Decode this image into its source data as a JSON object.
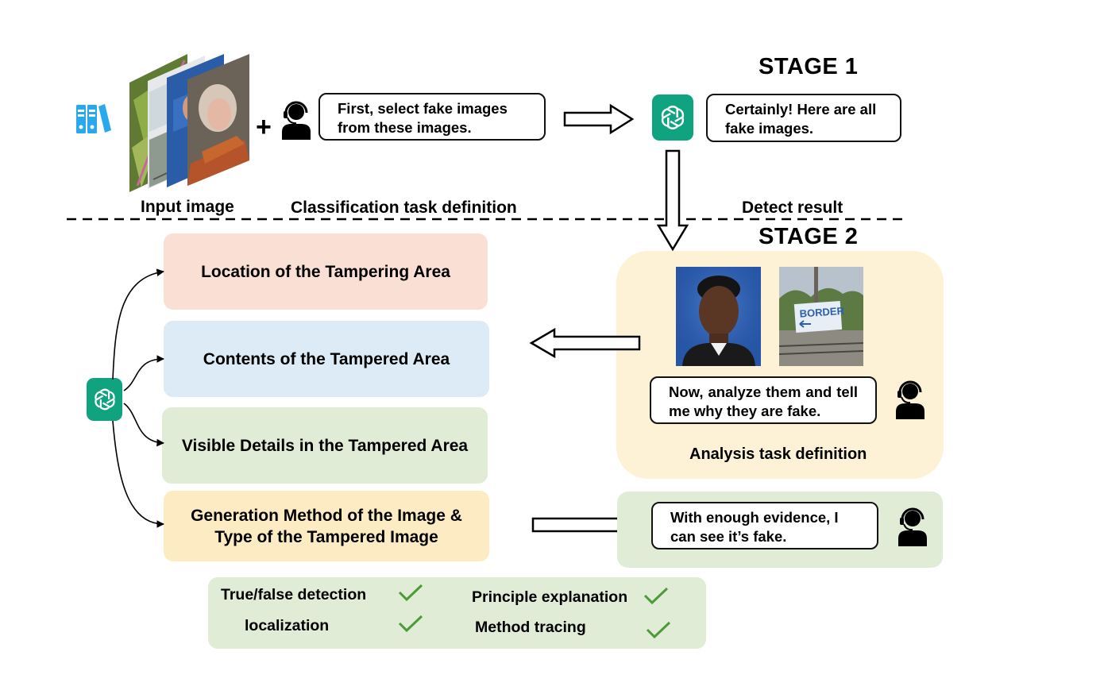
{
  "stage1": {
    "title": "STAGE 1",
    "prompt": "First, select fake images from these images.",
    "reply": "Certainly! Here are all fake images.",
    "captions": {
      "input": "Input image",
      "classification": "Classification task definition",
      "detect": "Detect result"
    }
  },
  "stage2": {
    "title": "STAGE 2",
    "prompt": "Now, analyze them and tell me why they are fake.",
    "analysis_caption": "Analysis task definition",
    "evidence": "With enough evidence, I can see it’s fake.",
    "photo2_sign": "BORDER"
  },
  "outputs": [
    {
      "label": "Location of the Tampering Area",
      "color": "#fae0d4"
    },
    {
      "label": "Contents of the Tampered Area",
      "color": "#dcebf5"
    },
    {
      "label": "Visible Details in the Tampered Area",
      "color": "#e1ecd7"
    },
    {
      "label": "Generation Method of the Image & Type of the Tampered Image",
      "color": "#fdebc4"
    }
  ],
  "checks": [
    {
      "label": "True/false detection"
    },
    {
      "label": "localization"
    },
    {
      "label": "Principle explanation"
    },
    {
      "label": "Method tracing"
    }
  ],
  "colors": {
    "stage2_bg": "#fdf2d6",
    "evidence_bg": "#e1ecd7",
    "checks_bg": "#e1ecd7",
    "check_mark": "#4e9a3a",
    "openai_green": "#10a37f",
    "folder_blue": "#29a9ec"
  },
  "icons": {
    "data": "database-binders-icon",
    "user": "user-headset-icon",
    "model": "openai-logo-icon",
    "check": "check-icon"
  }
}
